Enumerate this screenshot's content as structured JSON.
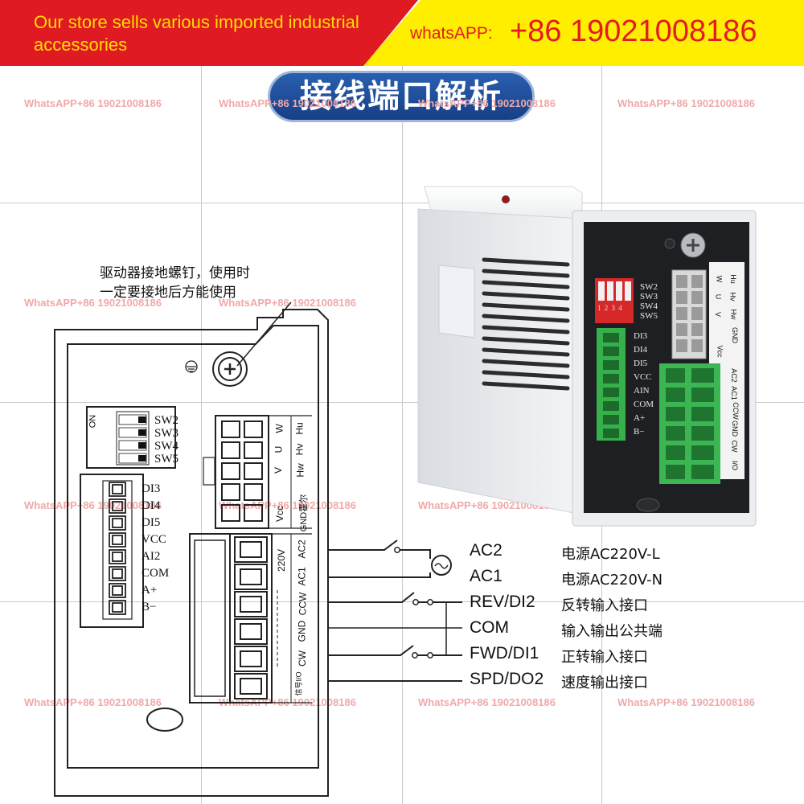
{
  "banner": {
    "store_text": "Our store sells various imported industrial accessories",
    "whatsapp_label": "whatsAPP:",
    "whatsapp_number": "+86 19021008186",
    "red_color": "#e01a22",
    "yellow_color": "#ffee00"
  },
  "title": "接线端口解析",
  "watermark": "WhatsAPP+86 19021008186",
  "ground_note": [
    "驱动器接地螺钉，使用时",
    "一定要接地后方能使用"
  ],
  "schematic": {
    "dip_on_label": "ON",
    "sw_labels": [
      "SW2",
      "SW3",
      "SW4",
      "SW5"
    ],
    "left_terminals": [
      "DI3",
      "DI4",
      "DI5",
      "VCC",
      "AI2",
      "COM",
      "A+",
      "B−"
    ],
    "hall_labels": [
      "Hu",
      "Hv",
      "Hw",
      "GND霍尔"
    ],
    "motor_labels": [
      "W",
      "U",
      "V",
      "Vcc"
    ],
    "power_labels": [
      "AC2",
      "AC1"
    ],
    "power_side_label": "220V",
    "signal_labels": [
      "CCW",
      "GND",
      "CW"
    ],
    "signal_side_label": "信号I/O"
  },
  "wires": [
    {
      "signal": "AC2",
      "desc": "电源AC220V-L"
    },
    {
      "signal": "AC1",
      "desc": "电源AC220V-N"
    },
    {
      "signal": "REV/DI2",
      "desc": "反转输入接口"
    },
    {
      "signal": "COM",
      "desc": "输入输出公共端"
    },
    {
      "signal": "FWD/DI1",
      "desc": "正转输入接口"
    },
    {
      "signal": "SPD/DO2",
      "desc": "速度输出接口"
    }
  ],
  "photo": {
    "dip_numbers": "1 2 3 4",
    "sw_labels": [
      "SW2",
      "SW3",
      "SW4",
      "SW5"
    ],
    "terminal_labels": [
      "DI3",
      "DI4",
      "DI5",
      "VCC",
      "AIN",
      "COM",
      "A+",
      "B−"
    ],
    "right_labels_col1": [
      "Hu",
      "Hv",
      "Hw",
      "GND"
    ],
    "right_labels_col2": [
      "W",
      "U",
      "V",
      "Vcc"
    ],
    "right_labels_col3": [
      "AC2",
      "AC1",
      "CCW",
      "GND",
      "CW",
      "I/O"
    ]
  }
}
